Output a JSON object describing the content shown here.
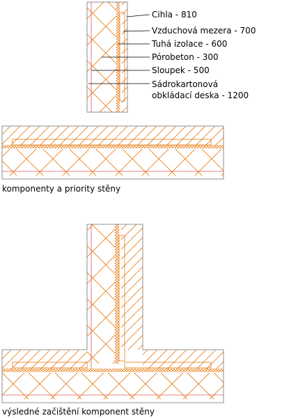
{
  "colors": {
    "component": "#e87a10",
    "outline": "#707070",
    "leader": "#000000",
    "stud": "#e05a5a"
  },
  "labels": [
    {
      "key": "cihla",
      "text": "Cihla - 810"
    },
    {
      "key": "vzduch",
      "text": "Vzduchová mezera - 700"
    },
    {
      "key": "izolace",
      "text": "Tuhá izolace - 600"
    },
    {
      "key": "porobeton",
      "text": "Pórobeton - 300"
    },
    {
      "key": "sloupek",
      "text": "Sloupek - 500"
    },
    {
      "key": "sadrokarton1",
      "text": "Sádrokartonová"
    },
    {
      "key": "sadrokarton2",
      "text": "obkládací deska - 1200"
    }
  ],
  "captions": {
    "top": "komponenty a priority stěny",
    "bottom": "výsledné začištění komponent stěny"
  }
}
